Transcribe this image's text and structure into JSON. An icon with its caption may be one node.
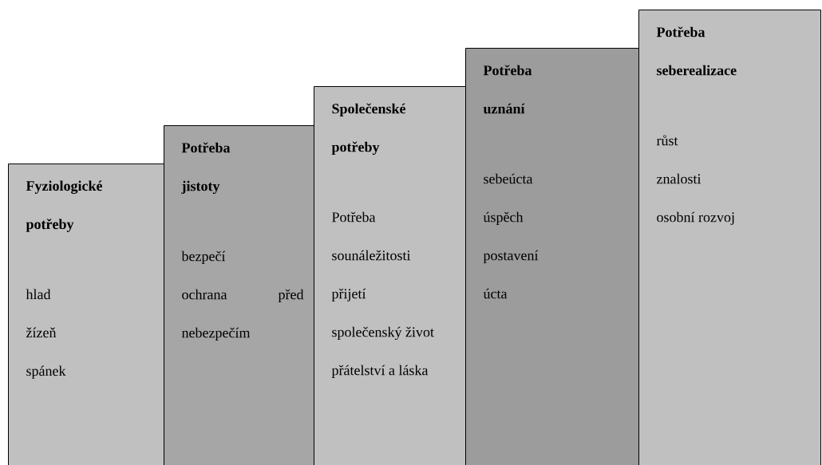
{
  "diagram": {
    "nodes": [
      {
        "text": [
          "Fyziologické potřeby",
          "hlad",
          "žízeň",
          "spánek"
        ]
      },
      {
        "text": [
          "Potřeba jistoty",
          "bezpečí",
          "ochrana před nebezpečím"
        ]
      },
      {
        "text": [
          "Společenské potřeby",
          "Potřeba sounáležitosti",
          "přijetí",
          "společenský život",
          "přátelství a láska"
        ]
      },
      {
        "text": [
          "Potřeba uznání",
          "sebeúcta",
          "úspěch",
          "postavení",
          "úcta"
        ]
      },
      {
        "text": [
          "Potřeba seberealizace",
          "růst",
          "znalosti",
          "osobní rozvoj"
        ]
      }
    ]
  }
}
